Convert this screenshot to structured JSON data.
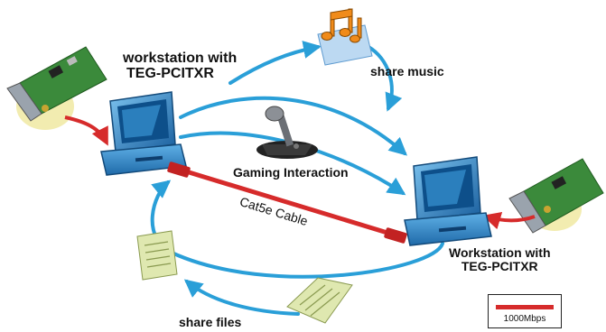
{
  "labels": {
    "workstation_left": [
      "workstation with",
      "TEG-PCITXR"
    ],
    "workstation_right": [
      "Workstation with",
      "TEG-PCITXR"
    ],
    "share_music": "share music",
    "gaming": "Gaming Interaction",
    "cable": "Cat5e Cable",
    "share_files": "share files"
  },
  "legend": {
    "text": "1000Mbps",
    "color": "#d62b2b"
  },
  "colors": {
    "arrow_blue": "#2a9fd8",
    "cable_red": "#d62b2b",
    "monitor_blue": "#2b86c7",
    "card_green": "#3b8a3b",
    "halo_yellow": "#f2ecb0",
    "paper_green": "#dfe8b0"
  },
  "icons": [
    "network-card-icon",
    "computer-icon",
    "music-note-icon",
    "joystick-icon",
    "document-icon"
  ]
}
